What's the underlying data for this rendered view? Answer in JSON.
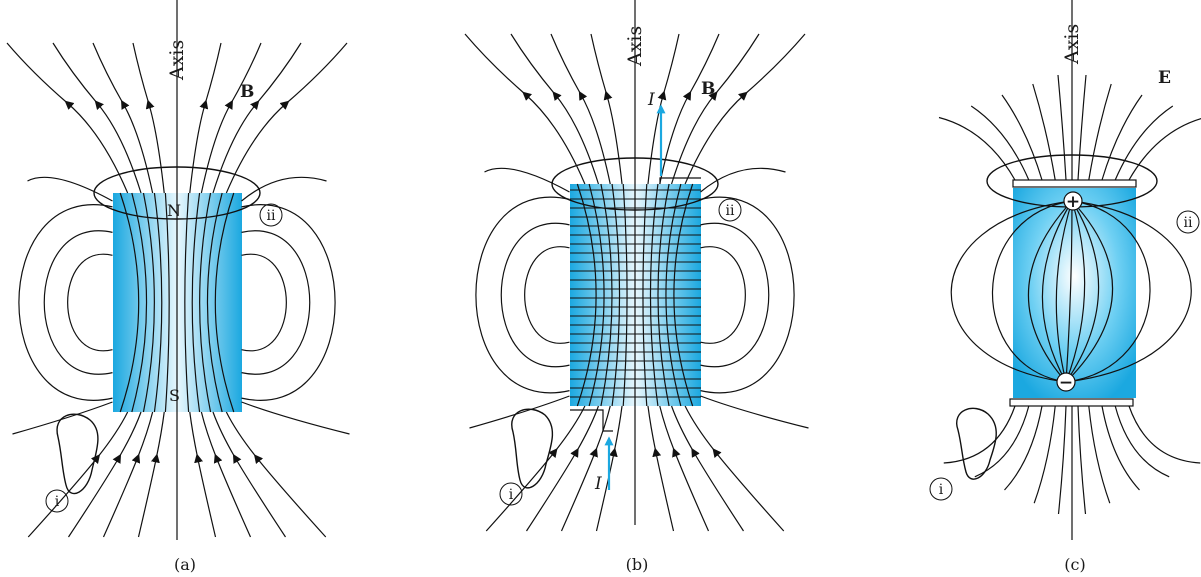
{
  "panels": [
    {
      "id": "a",
      "caption": "(a)",
      "axis_label": "Axis",
      "field_label": "B",
      "north_label": "N",
      "south_label": "S",
      "loop_i": "i",
      "loop_ii": "ii"
    },
    {
      "id": "b",
      "caption": "(b)",
      "axis_label": "Axis",
      "field_label": "B",
      "current_label": "I",
      "loop_i": "i",
      "loop_ii": "ii"
    },
    {
      "id": "c",
      "caption": "(c)",
      "axis_label": "Axis",
      "field_label": "E",
      "plus_label": "+",
      "minus_label": "−",
      "loop_i": "i",
      "loop_ii": "ii"
    }
  ],
  "colors": {
    "body_light": "#e8f7fd",
    "body_mid": "#6fd0f3",
    "body_dark": "#1ba8e0",
    "current_arrow": "#1ba8e0",
    "line": "#111111"
  }
}
